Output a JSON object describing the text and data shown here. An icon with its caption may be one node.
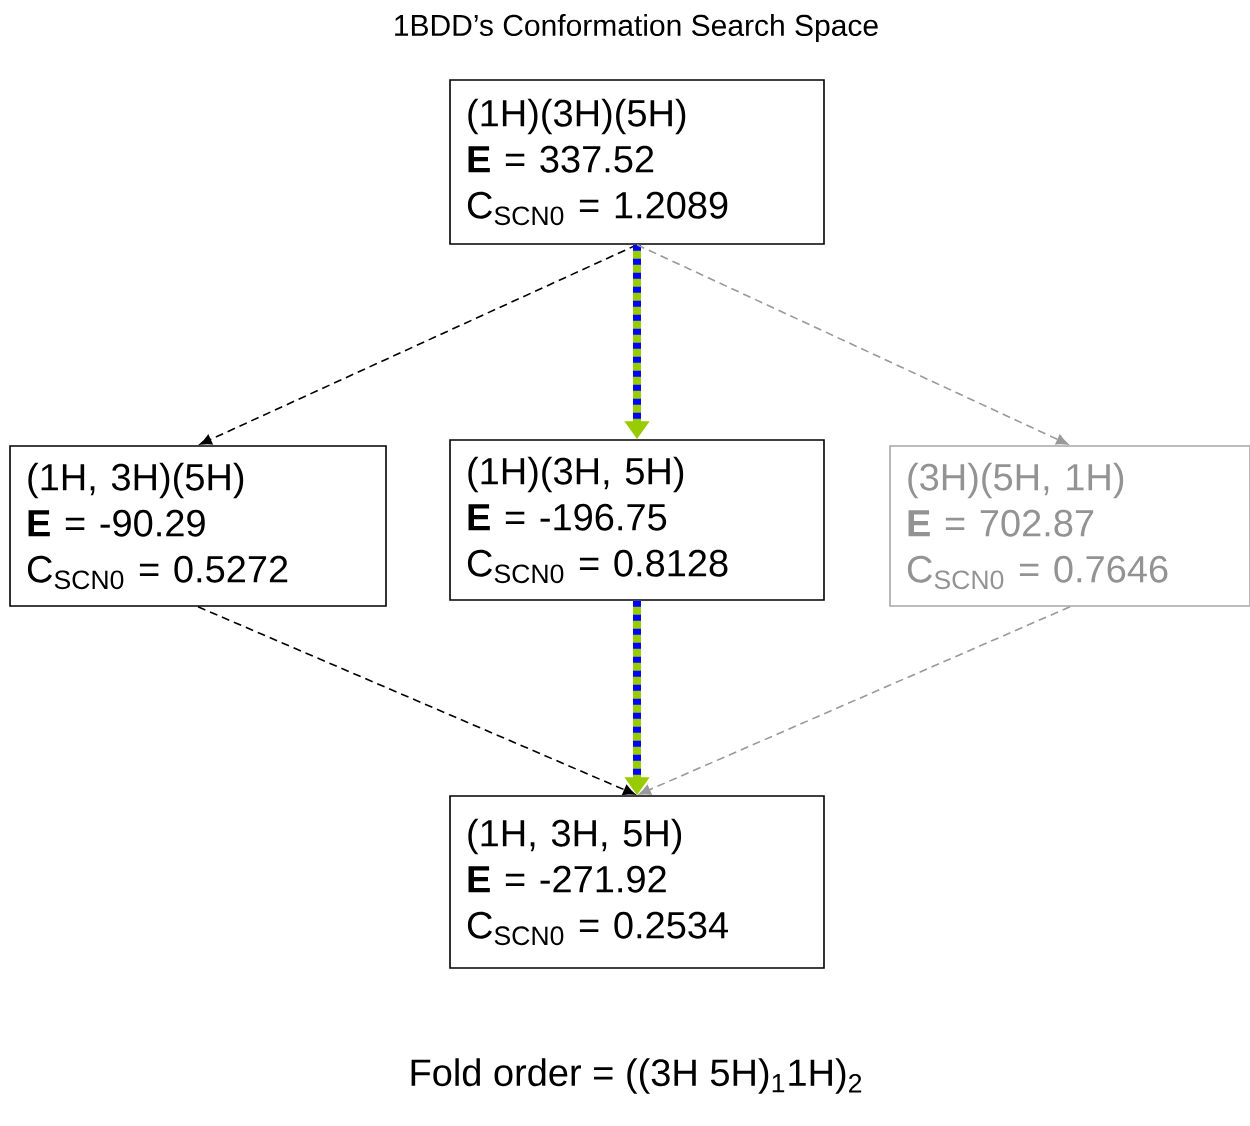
{
  "diagram": {
    "title": "1BDD’s Conformation Search Space",
    "caption": "Fold order = ((3H 5H)$_{1}$1H)$_{2}$",
    "nodes": [
      {
        "text": [
          "(1H)(3H)(5H)",
          "**E** = 337.52",
          "C$_{SCN0}$ = 1.2089"
        ]
      },
      {
        "text": [
          "(1H, 3H)(5H)",
          "**E** = -90.29",
          "C$_{SCN0}$ = 0.5272"
        ]
      },
      {
        "text": [
          "(1H)(3H, 5H)",
          "**E** = -196.75",
          "C$_{SCN0}$ = 0.8128"
        ]
      },
      {
        "text": [
          "(3H)(5H, 1H)",
          "**E** = 702.87",
          "C$_{SCN0}$ = 0.7646"
        ]
      },
      {
        "text": [
          "(1H, 3H, 5H)",
          "**E** = -271.92",
          "C$_{SCN0}$ = 0.2534"
        ]
      }
    ],
    "edges": [
      {
        "from": 0,
        "to": 1,
        "arrow": "to",
        "style": "dashed"
      },
      {
        "from": 0,
        "to": 2,
        "arrow": "to",
        "style": "thick",
        "color": "#99cc00"
      },
      {
        "from": 0,
        "to": 3,
        "arrow": "to",
        "style": "dashed",
        "color": "#999999"
      },
      {
        "from": 1,
        "to": 4,
        "arrow": "to",
        "style": "dashed"
      },
      {
        "from": 2,
        "to": 4,
        "arrow": "to",
        "style": "thick",
        "color": "#99cc00"
      },
      {
        "from": 3,
        "to": 4,
        "arrow": "to",
        "style": "dashed",
        "color": "#999999"
      }
    ]
  }
}
